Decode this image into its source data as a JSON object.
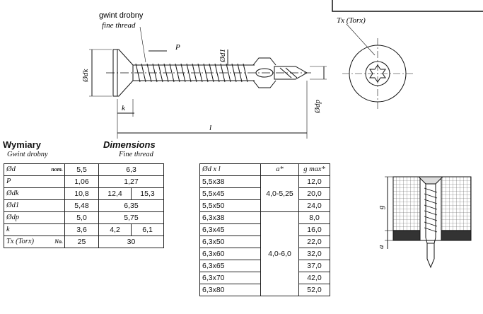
{
  "drawing": {
    "callout_pl": "gwint drobny",
    "callout_en": "fine thread",
    "label_P": "P",
    "label_d1": "Ød1",
    "label_dk": "Ødk",
    "label_dp": "Ødp",
    "label_k": "k",
    "label_l": "l",
    "label_torx": "Tx (Torx)",
    "label_g": "g",
    "label_a": "a"
  },
  "dims": {
    "title_pl": "Wymiary",
    "title_en": "Dimensions",
    "sub_pl": "Gwint drobny",
    "sub_en": "Fine thread",
    "rows": [
      {
        "label": "Ød",
        "suffix": "nom.",
        "a": "5,5",
        "b": "6,3"
      },
      {
        "label": "P",
        "suffix": "",
        "a": "1,06",
        "b": "1,27"
      },
      {
        "label": "Ødk",
        "suffix": "",
        "a": "10,8",
        "b1": "12,4",
        "b2": "15,3"
      },
      {
        "label": "Ød1",
        "suffix": "",
        "a": "5,48",
        "b": "6,35"
      },
      {
        "label": "Ødp",
        "suffix": "",
        "a": "5,0",
        "b": "5,75"
      },
      {
        "label": "k",
        "suffix": "",
        "a": "3,6",
        "b1": "4,2",
        "b2": "6,1"
      },
      {
        "label": "Tx (Torx)",
        "suffix": "No.",
        "a": "25",
        "b": "30"
      }
    ]
  },
  "sizes": {
    "headers": [
      "Ød x l",
      "a*",
      "g max*"
    ],
    "group1_a": "4,0-5,25",
    "group2_a": "4,0-6,0",
    "rows": [
      {
        "size": "5,5x38",
        "g": "12,0"
      },
      {
        "size": "5,5x45",
        "g": "20,0"
      },
      {
        "size": "5,5x50",
        "g": "24,0"
      },
      {
        "size": "6,3x38",
        "g": "8,0"
      },
      {
        "size": "6,3x45",
        "g": "16,0"
      },
      {
        "size": "6,3x50",
        "g": "22,0"
      },
      {
        "size": "6,3x60",
        "g": "32,0"
      },
      {
        "size": "6,3x65",
        "g": "37,0"
      },
      {
        "size": "6,3x70",
        "g": "42,0"
      },
      {
        "size": "6,3x80",
        "g": "52,0"
      }
    ]
  }
}
